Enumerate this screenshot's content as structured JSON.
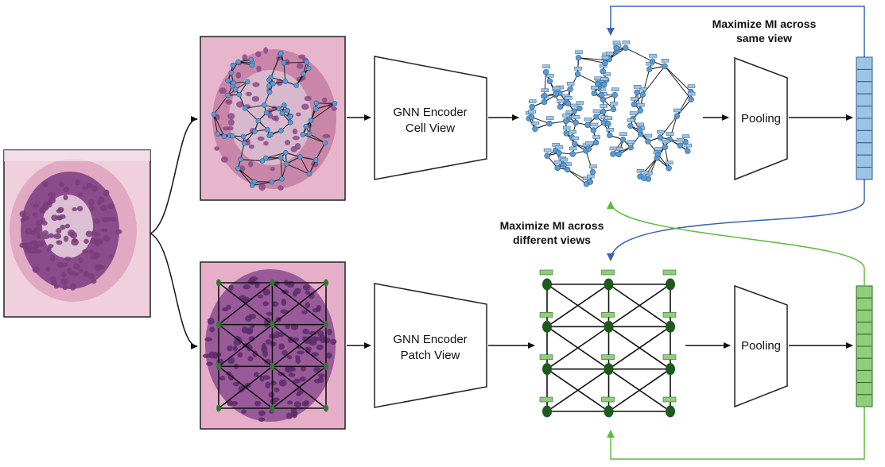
{
  "labels": {
    "cell_encoder_line1": "GNN Encoder",
    "cell_encoder_line2": "Cell View",
    "patch_encoder_line1": "GNN Encoder",
    "patch_encoder_line2": "Patch View",
    "pooling_top": "Pooling",
    "pooling_bottom": "Pooling",
    "mi_same_line1": "Maximize MI across",
    "mi_same_line2": "same view",
    "mi_diff_line1": "Maximize MI across",
    "mi_diff_line2": "different views"
  },
  "colors": {
    "cell_node": "#5b9bd5",
    "cell_node_stroke": "#2e5f8f",
    "cell_vector": "#9dc3e6",
    "cell_arrow": "#3a64b5",
    "patch_node": "#1e5a1e",
    "patch_vector": "#8fcf7a",
    "patch_arrow": "#5dbb3f",
    "tissue_pink": "#e6aec8",
    "tissue_purple": "#7a3d7a"
  },
  "icons": {
    "tissue_image": "histology-tissue-icon",
    "cell_graph": "cell-graph-icon",
    "patch_graph": "patch-grid-graph-icon"
  },
  "embedding_cells": 10
}
